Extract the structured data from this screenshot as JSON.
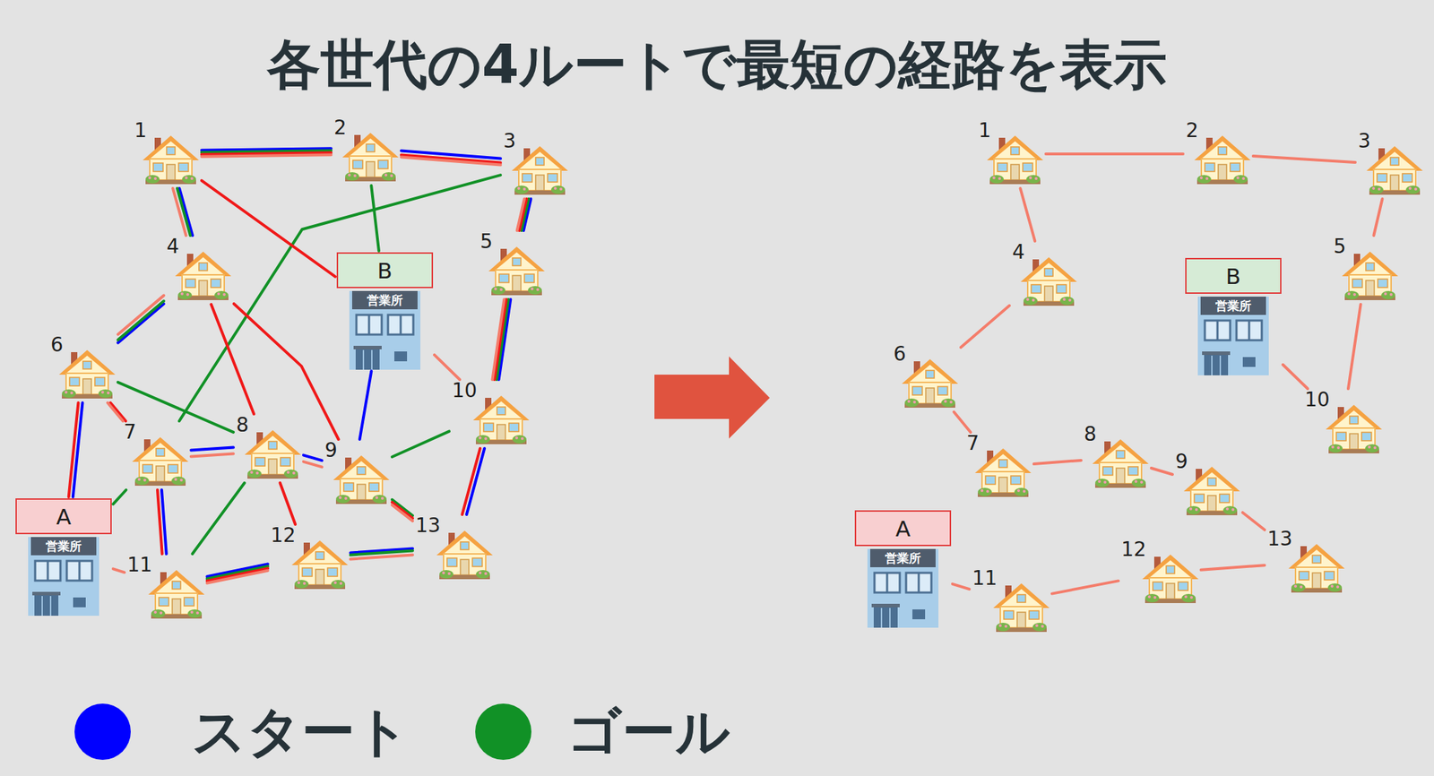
{
  "diagram": {
    "title": "各世代の4ルートで最短の経路を表示",
    "nodes": [
      {
        "text": [
          "1"
        ]
      },
      {
        "text": [
          "2"
        ]
      },
      {
        "text": [
          "3"
        ]
      },
      {
        "text": [
          "4"
        ]
      },
      {
        "text": [
          "5"
        ]
      },
      {
        "text": [
          "6"
        ]
      },
      {
        "text": [
          "7"
        ]
      },
      {
        "text": [
          "8"
        ]
      },
      {
        "text": [
          "9"
        ]
      },
      {
        "text": [
          "10"
        ]
      },
      {
        "text": [
          "11"
        ]
      },
      {
        "text": [
          "12"
        ]
      },
      {
        "text": [
          "13"
        ]
      },
      {
        "text": [
          "A",
          "営業所"
        ]
      },
      {
        "text": [
          "B",
          "営業所"
        ]
      },
      {
        "text": [
          "1"
        ]
      },
      {
        "text": [
          "2"
        ]
      },
      {
        "text": [
          "3"
        ]
      },
      {
        "text": [
          "4"
        ]
      },
      {
        "text": [
          "5"
        ]
      },
      {
        "text": [
          "6"
        ]
      },
      {
        "text": [
          "7"
        ]
      },
      {
        "text": [
          "8"
        ]
      },
      {
        "text": [
          "9"
        ]
      },
      {
        "text": [
          "10"
        ]
      },
      {
        "text": [
          "11"
        ]
      },
      {
        "text": [
          "12"
        ]
      },
      {
        "text": [
          "13"
        ]
      },
      {
        "text": [
          "A",
          "営業所"
        ]
      },
      {
        "text": [
          "B",
          "営業所"
        ]
      }
    ],
    "edges": [
      {
        "from": 13,
        "to": 5,
        "arrow": "none"
      },
      {
        "from": 5,
        "to": 3,
        "arrow": "none"
      },
      {
        "from": 3,
        "to": 0,
        "arrow": "none"
      },
      {
        "from": 0,
        "to": 1,
        "arrow": "none"
      },
      {
        "from": 1,
        "to": 2,
        "arrow": "none"
      },
      {
        "from": 2,
        "to": 4,
        "arrow": "none"
      },
      {
        "from": 4,
        "to": 9,
        "arrow": "none"
      },
      {
        "from": 9,
        "to": 12,
        "arrow": "none"
      },
      {
        "from": 12,
        "to": 11,
        "arrow": "none"
      },
      {
        "from": 11,
        "to": 10,
        "arrow": "none"
      },
      {
        "from": 10,
        "to": 6,
        "arrow": "none"
      },
      {
        "from": 6,
        "to": 7,
        "arrow": "none"
      },
      {
        "from": 7,
        "to": 8,
        "arrow": "none"
      },
      {
        "from": 8,
        "to": 14,
        "arrow": "none"
      },
      {
        "from": 14,
        "to": 1,
        "arrow": "none"
      },
      {
        "from": 1,
        "to": 0,
        "arrow": "none"
      },
      {
        "from": 0,
        "to": 3,
        "arrow": "none"
      },
      {
        "from": 3,
        "to": 5,
        "arrow": "none"
      },
      {
        "from": 5,
        "to": 7,
        "arrow": "none"
      },
      {
        "from": 7,
        "to": 10,
        "arrow": "none"
      },
      {
        "from": 10,
        "to": 11,
        "arrow": "none"
      },
      {
        "from": 11,
        "to": 12,
        "arrow": "none"
      },
      {
        "from": 12,
        "to": 8,
        "arrow": "none"
      },
      {
        "from": 8,
        "to": 9,
        "arrow": "none"
      },
      {
        "from": 9,
        "to": 4,
        "arrow": "none"
      },
      {
        "from": 4,
        "to": 2,
        "arrow": "none"
      },
      {
        "from": 2,
        "to": 6,
        "arrow": "none"
      },
      {
        "from": 6,
        "to": 13,
        "arrow": "none"
      },
      {
        "from": 13,
        "to": 5,
        "arrow": "none"
      },
      {
        "from": 5,
        "to": 6,
        "arrow": "none"
      },
      {
        "from": 6,
        "to": 10,
        "arrow": "none"
      },
      {
        "from": 10,
        "to": 11,
        "arrow": "none"
      },
      {
        "from": 11,
        "to": 7,
        "arrow": "none"
      },
      {
        "from": 7,
        "to": 3,
        "arrow": "none"
      },
      {
        "from": 3,
        "to": 8,
        "arrow": "none"
      },
      {
        "from": 8,
        "to": 12,
        "arrow": "none"
      },
      {
        "from": 12,
        "to": 9,
        "arrow": "none"
      },
      {
        "from": 9,
        "to": 4,
        "arrow": "none"
      },
      {
        "from": 4,
        "to": 2,
        "arrow": "none"
      },
      {
        "from": 2,
        "to": 1,
        "arrow": "none"
      },
      {
        "from": 1,
        "to": 0,
        "arrow": "none"
      },
      {
        "from": 0,
        "to": 14,
        "arrow": "none"
      },
      {
        "from": 13,
        "to": 10,
        "arrow": "none"
      },
      {
        "from": 10,
        "to": 11,
        "arrow": "none"
      },
      {
        "from": 11,
        "to": 12,
        "arrow": "none"
      },
      {
        "from": 12,
        "to": 8,
        "arrow": "none"
      },
      {
        "from": 8,
        "to": 7,
        "arrow": "none"
      },
      {
        "from": 7,
        "to": 6,
        "arrow": "none"
      },
      {
        "from": 6,
        "to": 5,
        "arrow": "none"
      },
      {
        "from": 5,
        "to": 3,
        "arrow": "none"
      },
      {
        "from": 3,
        "to": 0,
        "arrow": "none"
      },
      {
        "from": 0,
        "to": 1,
        "arrow": "none"
      },
      {
        "from": 1,
        "to": 2,
        "arrow": "none"
      },
      {
        "from": 2,
        "to": 4,
        "arrow": "none"
      },
      {
        "from": 4,
        "to": 9,
        "arrow": "none"
      },
      {
        "from": 9,
        "to": 14,
        "arrow": "none"
      },
      {
        "from": 28,
        "to": 25,
        "arrow": "none"
      },
      {
        "from": 25,
        "to": 26,
        "arrow": "none"
      },
      {
        "from": 26,
        "to": 27,
        "arrow": "none"
      },
      {
        "from": 27,
        "to": 23,
        "arrow": "none"
      },
      {
        "from": 23,
        "to": 22,
        "arrow": "none"
      },
      {
        "from": 22,
        "to": 21,
        "arrow": "none"
      },
      {
        "from": 21,
        "to": 20,
        "arrow": "none"
      },
      {
        "from": 20,
        "to": 18,
        "arrow": "none"
      },
      {
        "from": 18,
        "to": 15,
        "arrow": "none"
      },
      {
        "from": 15,
        "to": 16,
        "arrow": "none"
      },
      {
        "from": 16,
        "to": 17,
        "arrow": "none"
      },
      {
        "from": 17,
        "to": 19,
        "arrow": "none"
      },
      {
        "from": 19,
        "to": 24,
        "arrow": "none"
      },
      {
        "from": 24,
        "to": 29,
        "arrow": "none"
      }
    ],
    "legend": [
      {
        "text": "スタート",
        "color": "#0000ff"
      },
      {
        "text": "ゴール",
        "color": "#119126"
      }
    ]
  }
}
